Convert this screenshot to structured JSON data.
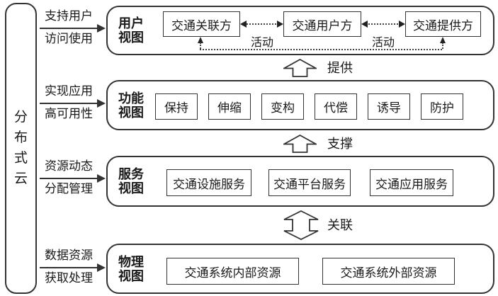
{
  "diagram": {
    "sidebar": {
      "label": "分布式云",
      "chars": [
        "分",
        "布",
        "式",
        "云"
      ]
    },
    "edges": [
      {
        "line1": "支持用户",
        "line2": "访问使用"
      },
      {
        "line1": "实现应用",
        "line2": "高可用性"
      },
      {
        "line1": "资源动态",
        "line2": "分配管理"
      },
      {
        "line1": "数据资源",
        "line2": "获取处理"
      }
    ],
    "panels": [
      {
        "title": [
          "用户",
          "视图"
        ],
        "boxes": [
          "交通关联方",
          "交通用户方",
          "交通提供方"
        ],
        "activity_labels": [
          "活动",
          "活动"
        ]
      },
      {
        "title": [
          "功能",
          "视图"
        ],
        "boxes": [
          "保持",
          "伸缩",
          "变构",
          "代偿",
          "诱导",
          "防护"
        ]
      },
      {
        "title": [
          "服务",
          "视图"
        ],
        "boxes": [
          "交通设施服务",
          "交通平台服务",
          "交通应用服务"
        ]
      },
      {
        "title": [
          "物理",
          "视图"
        ],
        "boxes": [
          "交通系统内部资源",
          "交通系统外部资源"
        ]
      }
    ],
    "connectors": [
      {
        "label": "提供"
      },
      {
        "label": "支撑"
      },
      {
        "label": "关联"
      }
    ],
    "colors": {
      "line": "#333333",
      "background": "#ffffff",
      "text": "#1a1a1a"
    }
  }
}
